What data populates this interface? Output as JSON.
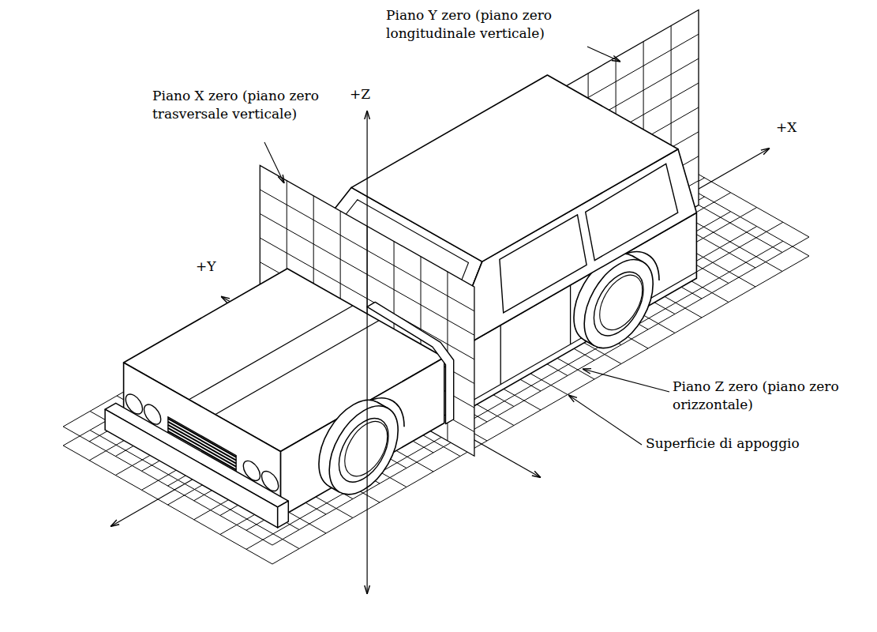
{
  "diagram": {
    "labels": [
      "Piano Y zero (piano zero longitudinale verticale)",
      "Piano X zero (piano zero trasversale verticale)",
      "+Z",
      "+X",
      "+Y",
      "Piano Z zero (piano zero orizzontale)",
      "Superficie di appoggio"
    ]
  }
}
